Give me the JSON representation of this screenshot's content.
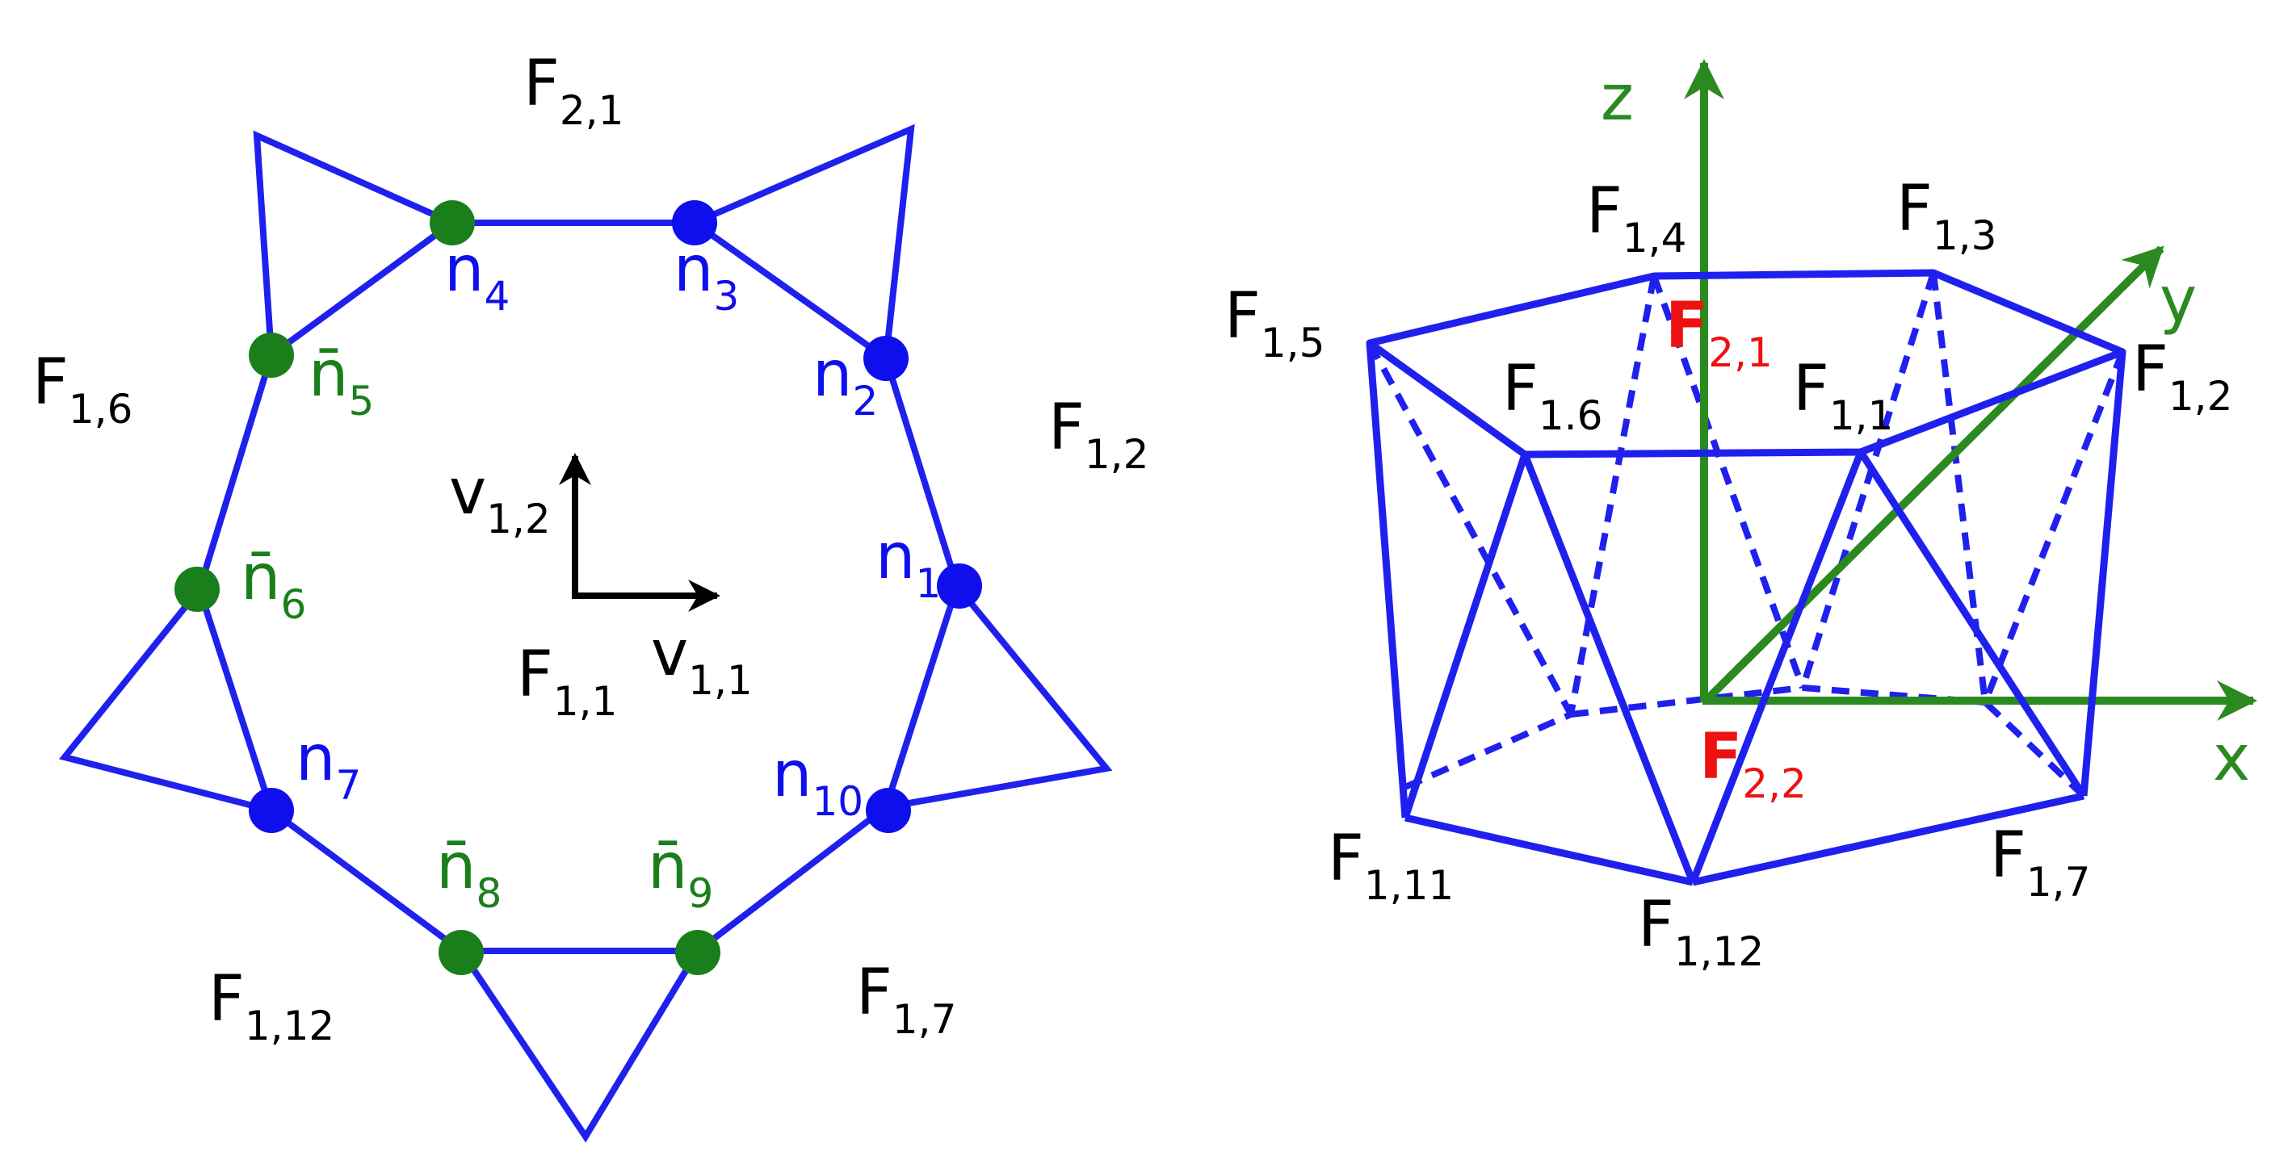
{
  "colors": {
    "edge": "#2020ee",
    "node_blue": "#0f0fee",
    "node_green": "#1a7f1a",
    "axis_green": "#2a8a20",
    "text_black": "#000000",
    "text_red": "#ee1111"
  },
  "left_figure": {
    "face_labels": {
      "f21": {
        "base": "F",
        "sub": "2,1"
      },
      "f16": {
        "base": "F",
        "sub": "1,6"
      },
      "f12": {
        "base": "F",
        "sub": "1,2"
      },
      "f11": {
        "base": "F",
        "sub": "1,1"
      },
      "f112": {
        "base": "F",
        "sub": "1,12"
      },
      "f17": {
        "base": "F",
        "sub": "1,7"
      }
    },
    "vectors": {
      "v12": {
        "base": "v",
        "sub": "1,2"
      },
      "v11": {
        "base": "v",
        "sub": "1,1"
      }
    },
    "node_labels": {
      "n1": {
        "base": "n",
        "sub": "1"
      },
      "n2": {
        "base": "n",
        "sub": "2"
      },
      "n3": {
        "base": "n",
        "sub": "3"
      },
      "n4": {
        "base": "n",
        "sub": "4"
      },
      "n5": {
        "base": "n̄",
        "sub": "5"
      },
      "n6": {
        "base": "n̄",
        "sub": "6"
      },
      "n7": {
        "base": "n",
        "sub": "7"
      },
      "n8": {
        "base": "n̄",
        "sub": "8"
      },
      "n9": {
        "base": "n̄",
        "sub": "9"
      },
      "n10": {
        "base": "n",
        "sub": "10"
      }
    }
  },
  "right_figure": {
    "axes": {
      "x": "x",
      "y": "y",
      "z": "z"
    },
    "vertex_labels": {
      "f14": {
        "base": "F",
        "sub": "1,4"
      },
      "f13": {
        "base": "F",
        "sub": "1,3"
      },
      "f15": {
        "base": "F",
        "sub": "1,5"
      },
      "f16": {
        "base": "F",
        "sub": "1.6"
      },
      "f11": {
        "base": "F",
        "sub": "1,1"
      },
      "f12": {
        "base": "F",
        "sub": "1,2"
      },
      "f111": {
        "base": "F",
        "sub": "1,11"
      },
      "f112": {
        "base": "F",
        "sub": "1,12"
      },
      "f17": {
        "base": "F",
        "sub": "1,7"
      }
    },
    "center_labels": {
      "f21": {
        "base": "F",
        "sub": "2,1"
      },
      "f22": {
        "base": "F",
        "sub": "2,2"
      }
    }
  }
}
